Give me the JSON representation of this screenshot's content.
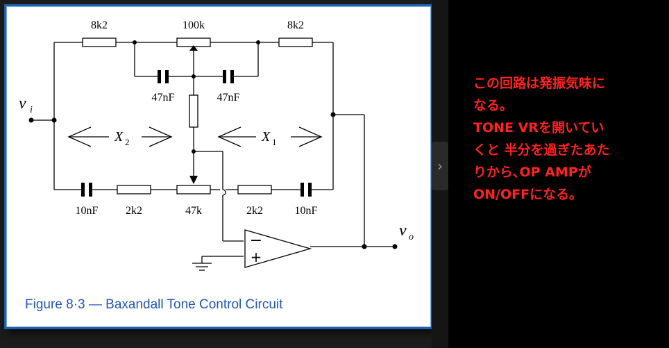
{
  "figure": {
    "caption": "Figure 8·3 — Baxandall Tone Control Circuit",
    "labels": {
      "r_top_left": "8k2",
      "pot_top": "100k",
      "r_top_right": "8k2",
      "c_top_left": "47nF",
      "c_top_right": "47nF",
      "vi": "v",
      "vi_sub": "i",
      "x2": "X",
      "x2_sub": "2",
      "x1": "X",
      "x1_sub": "1",
      "c_bot_left": "10nF",
      "r_bot_left": "2k2",
      "pot_bot": "47k",
      "r_bot_right": "2k2",
      "c_bot_right": "10nF",
      "vo": "v",
      "vo_sub": "o",
      "opamp_minus": "−",
      "opamp_plus": "+"
    }
  },
  "note": {
    "lines": [
      "この回路は発振気味に",
      "なる。",
      "TONE VRを開いてい",
      "くと  半分を過ぎたあた",
      "りから､OP AMPが",
      "ON/OFFになる。"
    ]
  },
  "nav": {
    "next_symbol": "›"
  },
  "colors": {
    "frame_border": "#1f5fa8",
    "caption": "#1f56b8",
    "note_text": "#ff2222"
  }
}
